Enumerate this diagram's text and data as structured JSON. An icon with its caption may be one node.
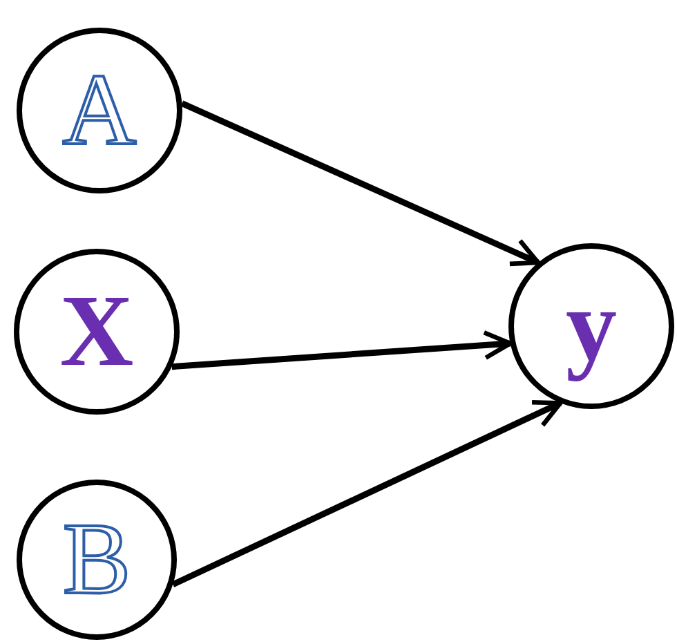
{
  "diagram": {
    "nodes": [
      {
        "text": [
          "A"
        ]
      },
      {
        "text": [
          "X"
        ]
      },
      {
        "text": [
          "B"
        ]
      },
      {
        "text": [
          "y"
        ]
      }
    ],
    "edges": [
      {
        "from": 0,
        "to": 3,
        "arrow": "to"
      },
      {
        "from": 1,
        "to": 3,
        "arrow": "to"
      },
      {
        "from": 2,
        "to": 3,
        "arrow": "to"
      }
    ]
  }
}
